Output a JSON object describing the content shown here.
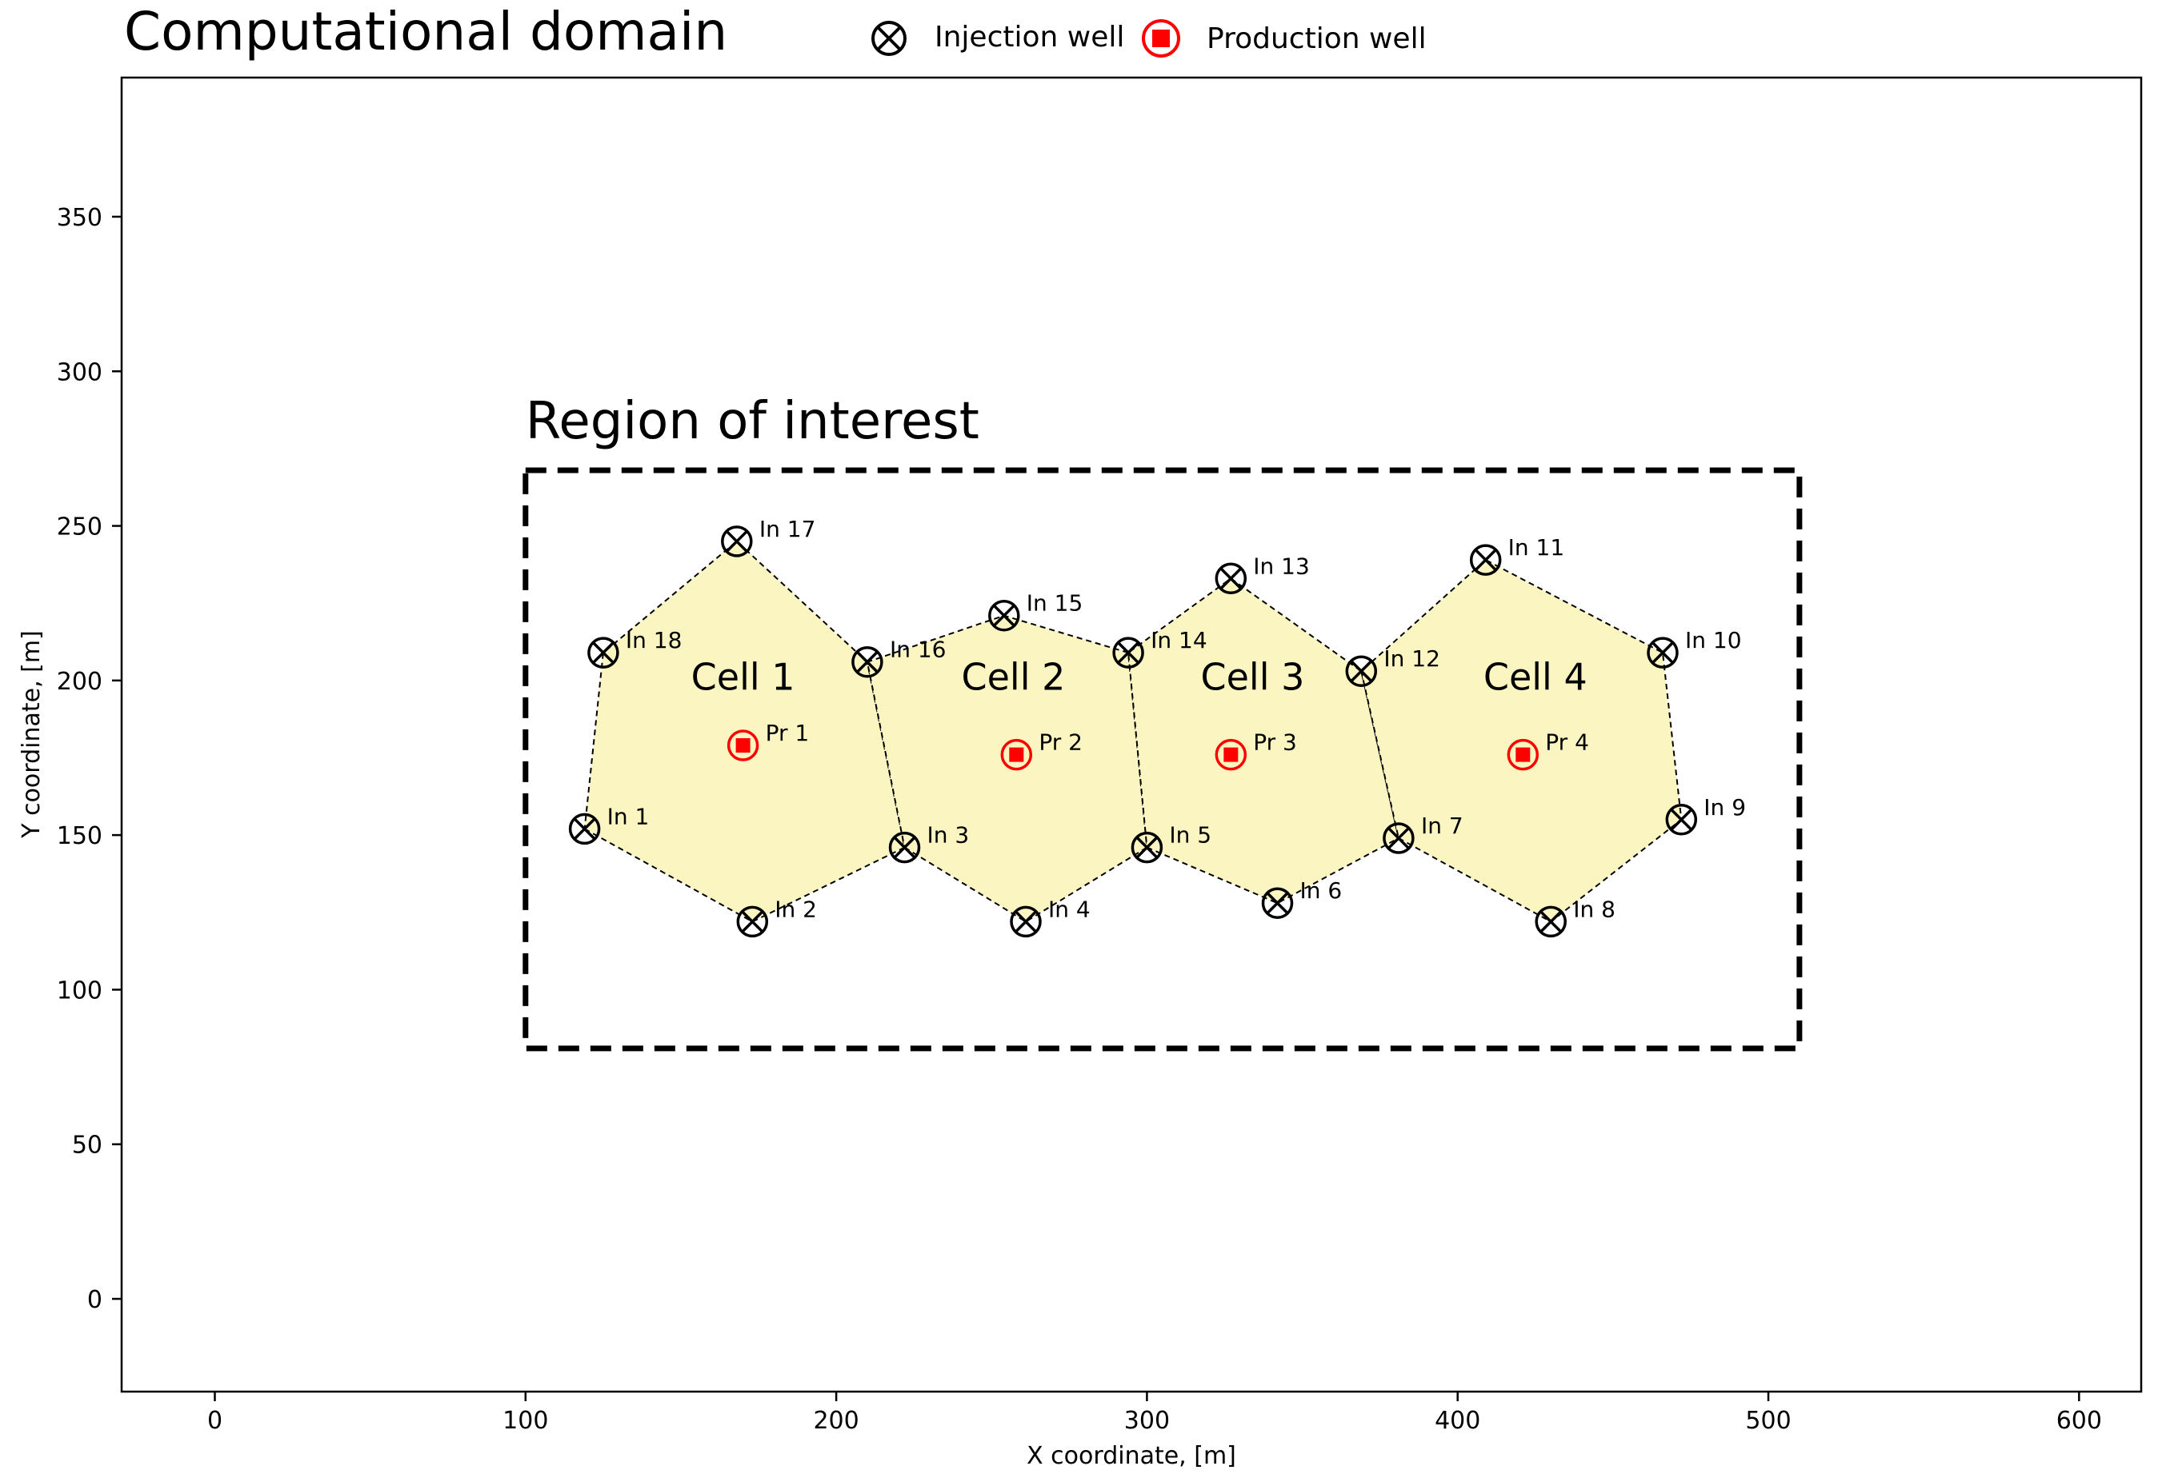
{
  "title": "Computational domain",
  "legend": {
    "position": "top-center",
    "items": [
      {
        "label": "Injection well",
        "icon": "injection-well-icon"
      },
      {
        "label": "Production well",
        "icon": "production-well-icon"
      }
    ]
  },
  "colors": {
    "cell_fill": "#fbf5c1",
    "production_marker": "#ff0000",
    "injection_marker": "#000000"
  },
  "chart_data": {
    "type": "scatter",
    "xlabel": "X coordinate, [m]",
    "ylabel": "Y coordinate, [m]",
    "xlim": [
      -30,
      620
    ],
    "ylim": [
      -30,
      395
    ],
    "xticks": [
      0,
      100,
      200,
      300,
      400,
      500,
      600
    ],
    "yticks": [
      0,
      50,
      100,
      150,
      200,
      250,
      300,
      350
    ],
    "grid": false,
    "region_of_interest": {
      "label": "Region of interest",
      "x": [
        100,
        510
      ],
      "y": [
        81,
        268
      ]
    },
    "injection_wells": [
      {
        "label": "In 1",
        "x": 119,
        "y": 152
      },
      {
        "label": "In 2",
        "x": 173,
        "y": 122
      },
      {
        "label": "In 3",
        "x": 222,
        "y": 146
      },
      {
        "label": "In 4",
        "x": 261,
        "y": 122
      },
      {
        "label": "In 5",
        "x": 300,
        "y": 146
      },
      {
        "label": "In 6",
        "x": 342,
        "y": 128
      },
      {
        "label": "In 7",
        "x": 381,
        "y": 149
      },
      {
        "label": "In 8",
        "x": 430,
        "y": 122
      },
      {
        "label": "In 9",
        "x": 472,
        "y": 155
      },
      {
        "label": "In 10",
        "x": 466,
        "y": 209
      },
      {
        "label": "In 11",
        "x": 409,
        "y": 239
      },
      {
        "label": "In 12",
        "x": 369,
        "y": 203
      },
      {
        "label": "In 13",
        "x": 327,
        "y": 233
      },
      {
        "label": "In 14",
        "x": 294,
        "y": 209
      },
      {
        "label": "In 15",
        "x": 254,
        "y": 221
      },
      {
        "label": "In 16",
        "x": 210,
        "y": 206
      },
      {
        "label": "In 17",
        "x": 168,
        "y": 245
      },
      {
        "label": "In 18",
        "x": 125,
        "y": 209
      }
    ],
    "production_wells": [
      {
        "label": "Pr 1",
        "x": 170,
        "y": 179
      },
      {
        "label": "Pr 2",
        "x": 258,
        "y": 176
      },
      {
        "label": "Pr 3",
        "x": 327,
        "y": 176
      },
      {
        "label": "Pr 4",
        "x": 421,
        "y": 176
      }
    ],
    "cells": [
      {
        "label": "Cell 1",
        "label_x": 170,
        "label_y": 197,
        "vertices": [
          "In 1",
          "In 2",
          "In 3",
          "In 16",
          "In 17",
          "In 18"
        ]
      },
      {
        "label": "Cell 2",
        "label_x": 257,
        "label_y": 197,
        "vertices": [
          "In 3",
          "In 4",
          "In 5",
          "In 14",
          "In 15",
          "In 16"
        ]
      },
      {
        "label": "Cell 3",
        "label_x": 334,
        "label_y": 197,
        "vertices": [
          "In 5",
          "In 6",
          "In 7",
          "In 12",
          "In 13",
          "In 14"
        ]
      },
      {
        "label": "Cell 4",
        "label_x": 425,
        "label_y": 197,
        "vertices": [
          "In 7",
          "In 8",
          "In 9",
          "In 10",
          "In 11",
          "In 12"
        ]
      }
    ]
  }
}
